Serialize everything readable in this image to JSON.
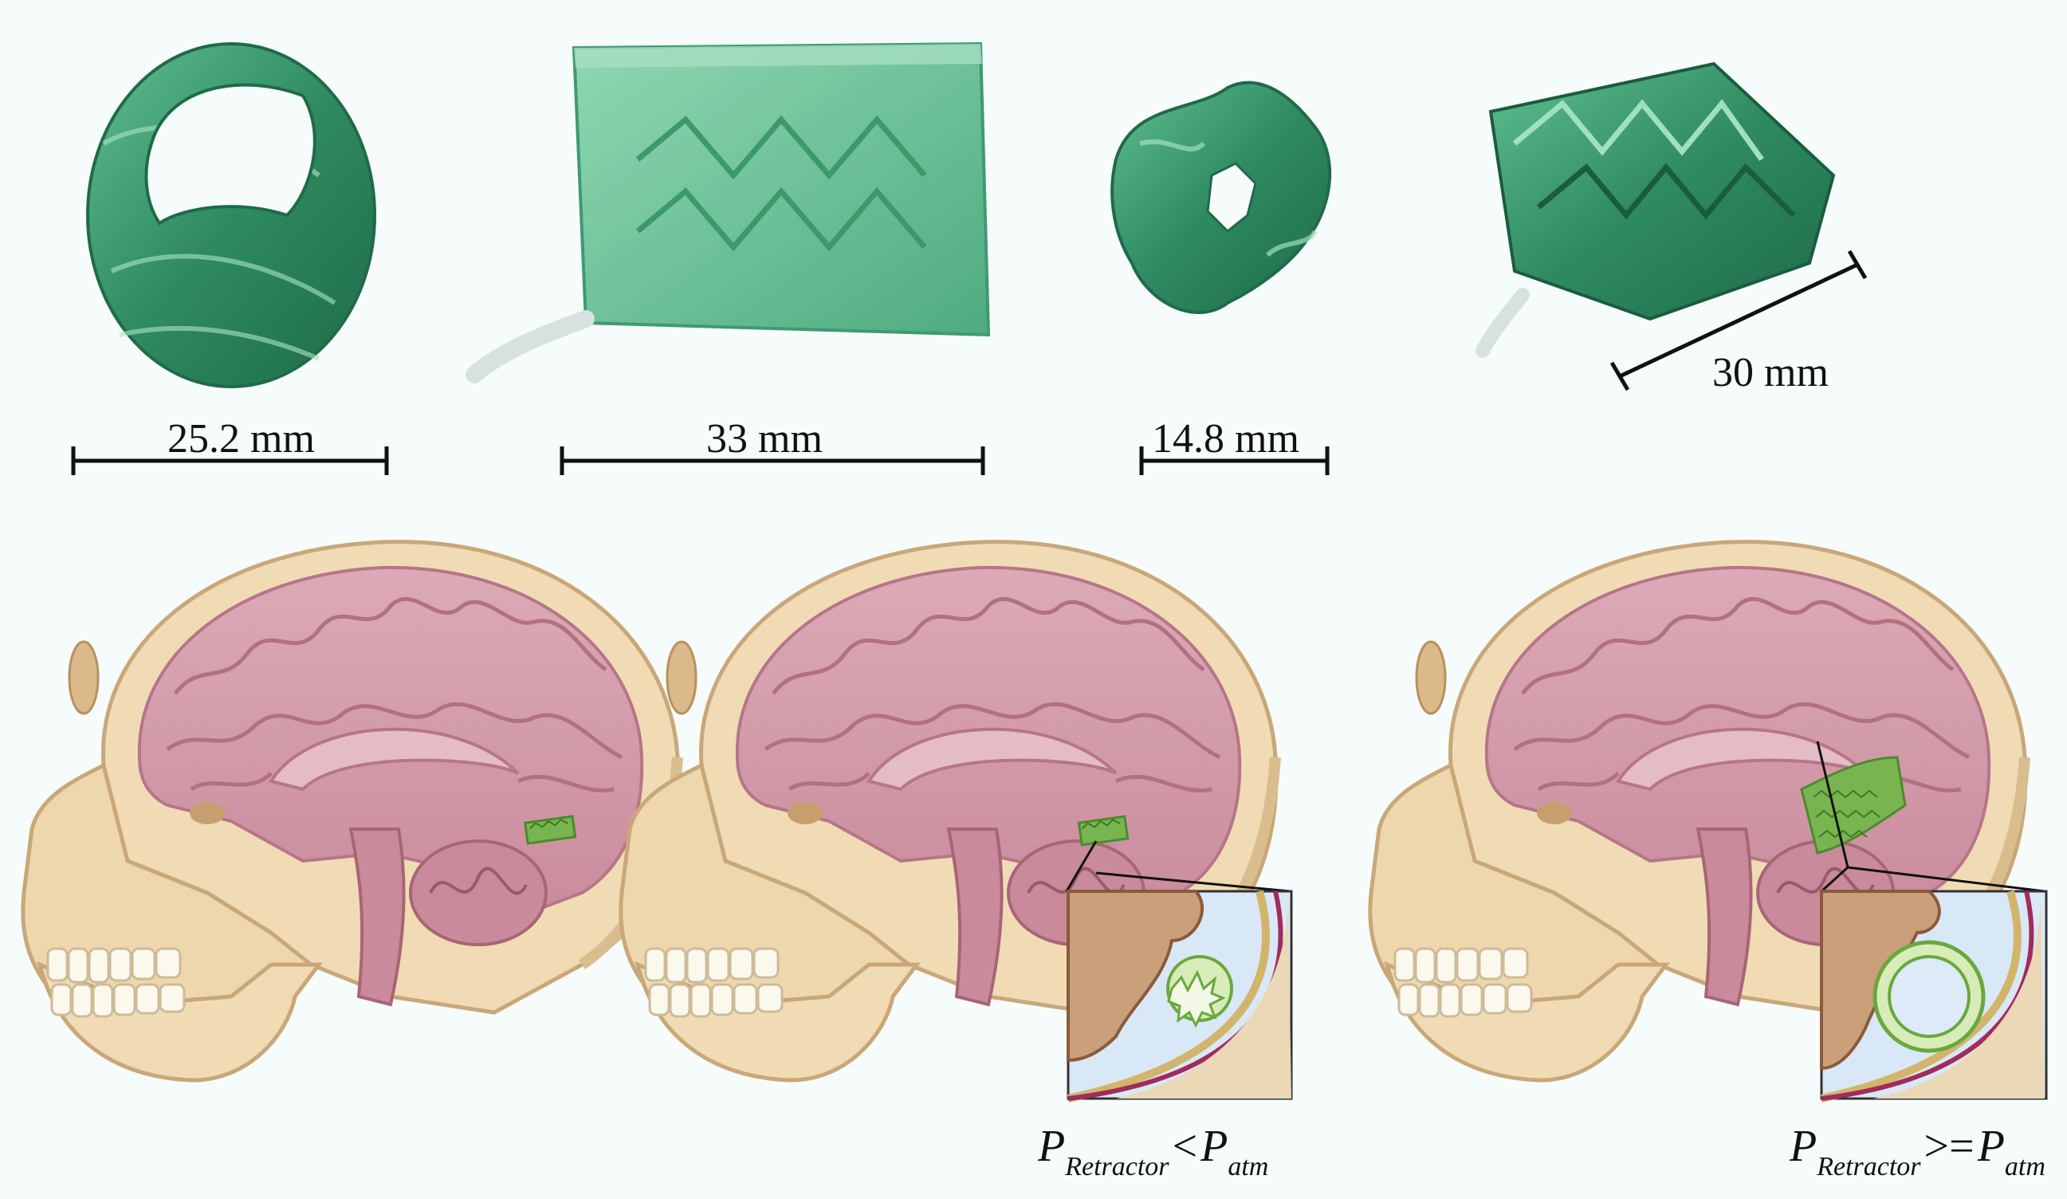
{
  "scale_bars": {
    "ring": "25.2 mm",
    "flat": "33 mm",
    "compressed": "14.8 mm",
    "expanded": "30 mm"
  },
  "formulas": {
    "low": {
      "p": "P",
      "sub": "Retractor",
      "op": "<",
      "p2": "P",
      "sub2": "atm"
    },
    "high": {
      "p": "P",
      "sub": "Retractor",
      "op": ">=",
      "p2": "P",
      "sub2": "atm"
    }
  },
  "colors": {
    "retractor_green": "#2f8a62",
    "retractor_light": "#6cc79a",
    "brain": "#d7a0ae",
    "brain_dark": "#b77589",
    "bone": "#f0dbb5",
    "bone_dark": "#d9bd8c",
    "tooth": "#fbf8ee",
    "fluid": "#d8e8f6"
  }
}
